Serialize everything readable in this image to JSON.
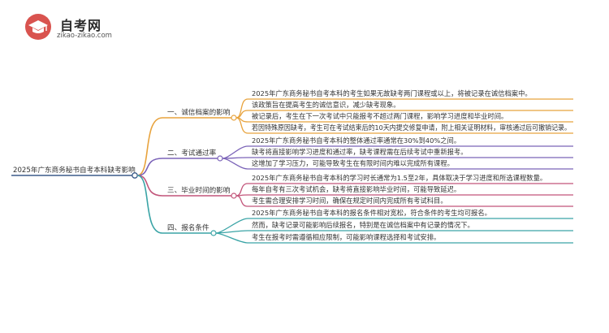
{
  "logo": {
    "title": "自考网",
    "subtitle": "zikao-zikao.com"
  },
  "root": {
    "label": "2025年广东商务秘书自考本科缺考影响"
  },
  "branches": [
    {
      "label": "一、诚信档案的影响",
      "color": "#e8a33d",
      "leaves": [
        "2025年广东商务秘书自考本科的考生如果无故缺考两门课程或以上，将被记录在诚信档案中。",
        "该政策旨在提高考生的诚信意识，减少缺考现象。",
        "被记录后，考生在下一次考试中只能报考不超过两门课程，影响学习进度和毕业时间。",
        "若因特殊原因缺考，考生可在考试结束后的10天内提交修复申请，附上相关证明材料，审核通过后可撤销记录。"
      ]
    },
    {
      "label": "二、考试通过率",
      "color": "#7b63b8",
      "leaves": [
        "2025年广东商务秘书自考本科的整体通过率通常在30%到40%之间。",
        "缺考将直接影响学习进度和通过率，缺考课程需在后续考试中重新报考。",
        "这增加了学习压力，可能导致考生在有限时间内难以完成所有课程。"
      ]
    },
    {
      "label": "三、毕业时间的影响",
      "color": "#c2557a",
      "leaves": [
        "2025年广东商务秘书自考本科的学习时长通常为1.5至2年，具体取决于学习进度和所选课程数量。",
        "每年自考有三次考试机会，缺考将直接影响毕业时间，可能导致延迟。",
        "考生需合理安排学习时间，确保在规定时间内完成所有考试科目。"
      ]
    },
    {
      "label": "四、报名条件",
      "color": "#3aa4a6",
      "leaves": [
        "2025年广东商务秘书自考本科的报名条件相对宽松，符合条件的考生均可报名。",
        "然而，缺考记录可能影响后续报名，特别是在诚信档案中有记录的情况下。",
        "考生在报考时需遵循相应限制，可能影响课程选择和考试安排。"
      ]
    }
  ]
}
